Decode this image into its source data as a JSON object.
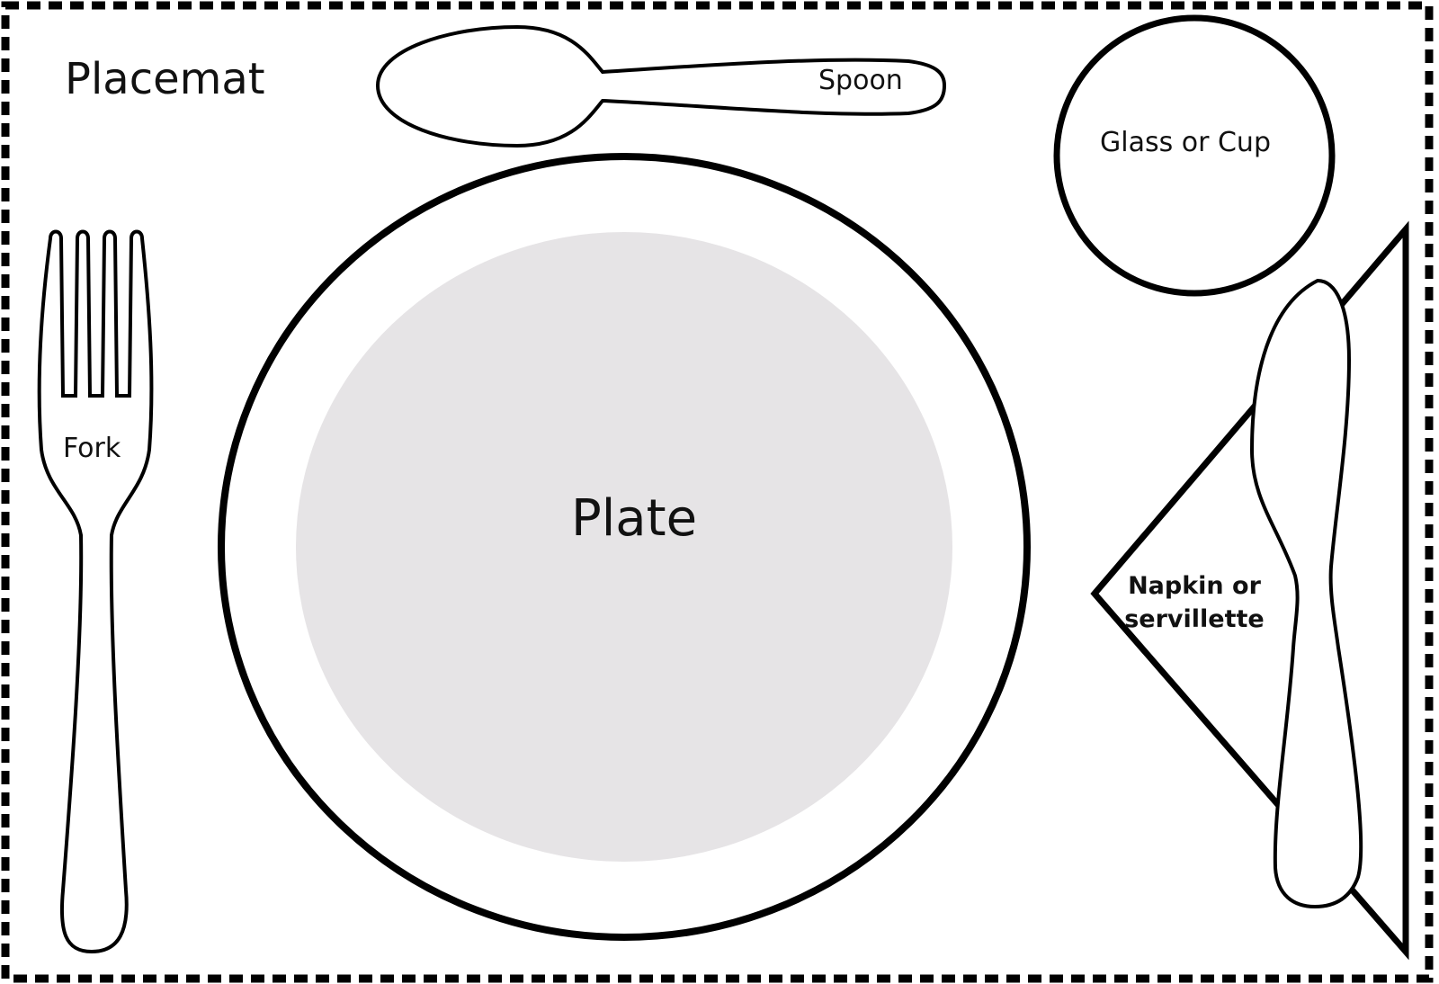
{
  "title": "Placemat",
  "items": {
    "spoon": "Spoon",
    "glass": "Glass or Cup",
    "fork": "Fork",
    "plate": "Plate",
    "napkin_line1": "Napkin or",
    "napkin_line2": "servillette"
  },
  "colors": {
    "outline": "#000000",
    "plate_center": "#e6e4e6",
    "background": "#ffffff"
  }
}
